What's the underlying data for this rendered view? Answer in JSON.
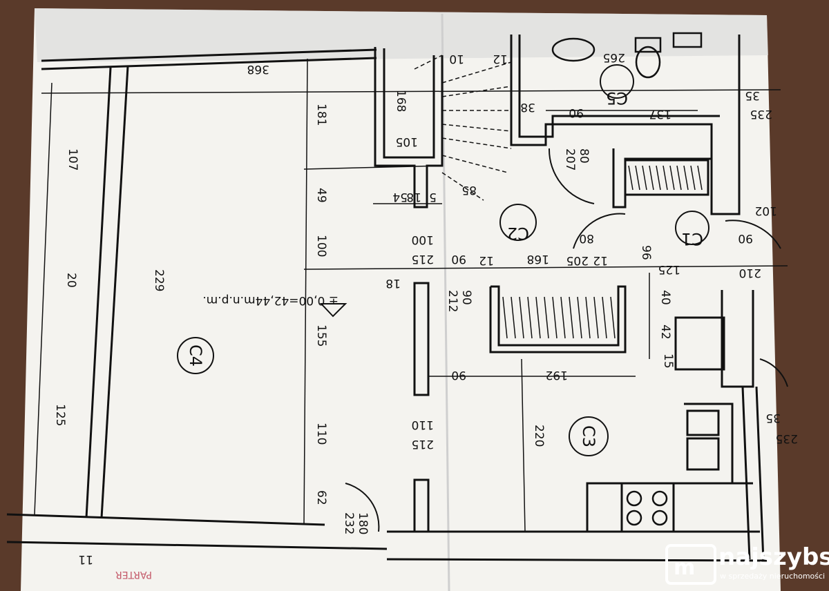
{
  "rooms": [
    {
      "id": "C1",
      "label": "C1"
    },
    {
      "id": "C2",
      "label": "C2"
    },
    {
      "id": "C3",
      "label": "C3"
    },
    {
      "id": "C4",
      "label": "C4"
    },
    {
      "id": "C5",
      "label": "C5"
    }
  ],
  "level_note": "± 0,00=42,44m.n.p.m.",
  "floor_stamp": "PARTER",
  "dimensions": {
    "top_368": "368",
    "d181": "181",
    "d168a": "168",
    "d105": "105",
    "d54": "54",
    "d5": "5",
    "d18": "18",
    "d85": "85",
    "d10": "10",
    "d12a": "12",
    "d265": "265",
    "d38": "38",
    "d90a": "90",
    "d137": "137",
    "d35a": "35",
    "d235a": "235",
    "d207": "207",
    "d80a": "80",
    "d102": "102",
    "d49": "49",
    "d100a": "100",
    "d100b": "100",
    "d215a": "215",
    "d90b": "90",
    "d12b": "12",
    "d168b": "168",
    "d80b": "80",
    "d12c": "12",
    "d205": "205",
    "d96": "96",
    "d125": "125",
    "d90c": "90",
    "d210": "210",
    "d18b": "18",
    "d212": "212",
    "d90d": "90",
    "d40": "40",
    "d42": "42",
    "d15": "15",
    "d90e": "90",
    "d192": "192",
    "d155": "155",
    "d229": "229",
    "d20": "20",
    "d107": "107",
    "d125b": "125",
    "d110a": "110",
    "d110b": "110",
    "d215b": "215",
    "d220": "220",
    "d35b": "35",
    "d235b": "235",
    "d62": "62",
    "d232": "232",
    "d180": "180",
    "d11": "11"
  },
  "watermark": {
    "brand": "najszybsi",
    "tagline": "w sprzedaży nieruchomości"
  }
}
